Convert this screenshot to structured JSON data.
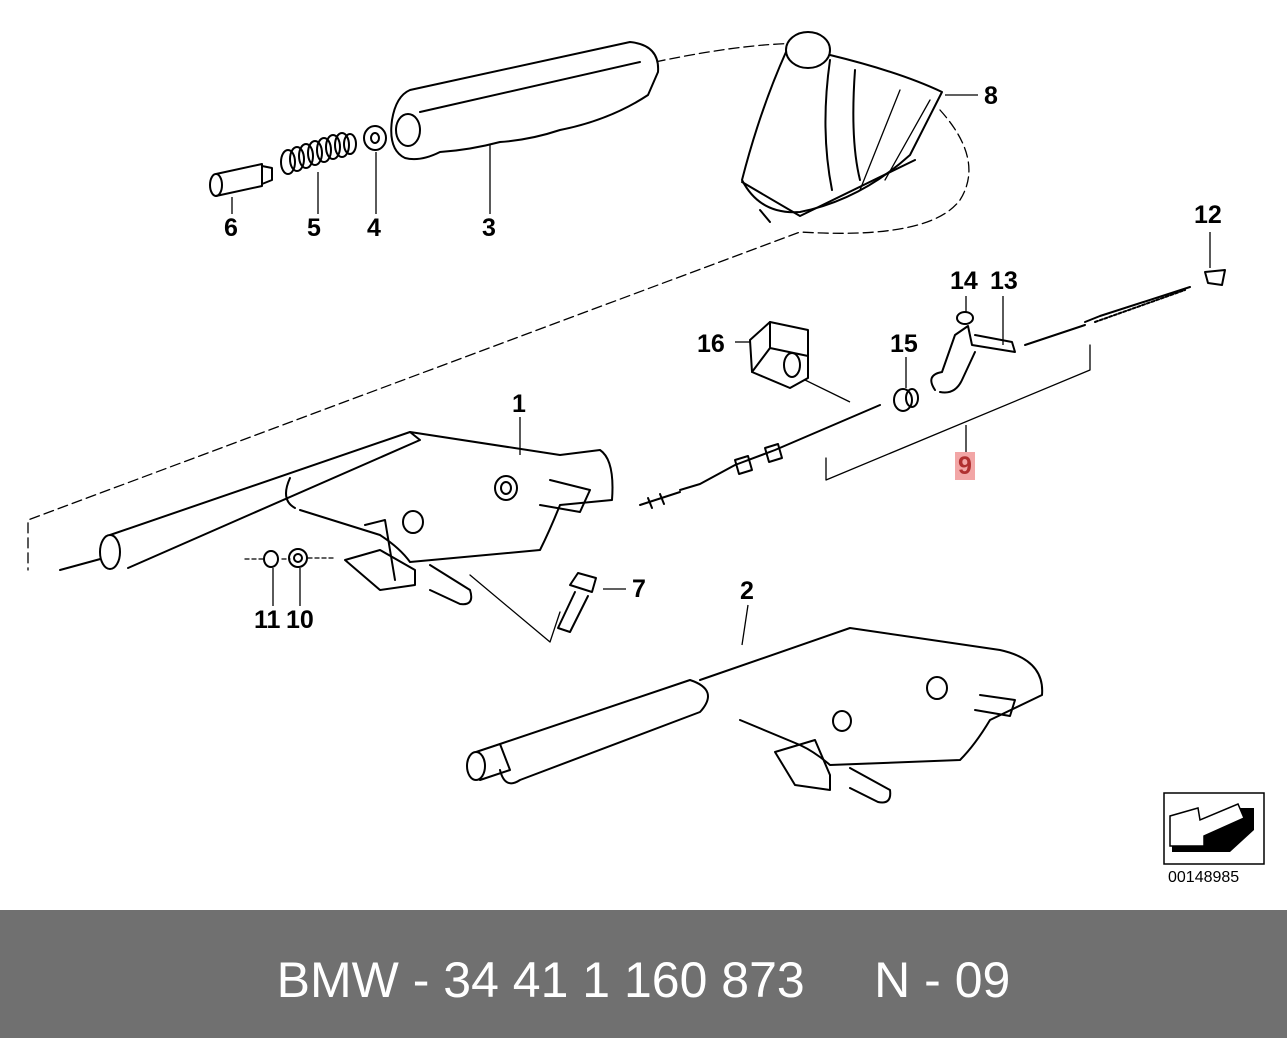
{
  "diagram": {
    "labels": {
      "p1": "1",
      "p2": "2",
      "p3": "3",
      "p4": "4",
      "p5": "5",
      "p6": "6",
      "p7": "7",
      "p8": "8",
      "p9": "9",
      "p10": "10",
      "p11": "11",
      "p12": "12",
      "p13": "13",
      "p14": "14",
      "p15": "15",
      "p16": "16"
    },
    "highlighted_label": "9",
    "highlight_color": "#f2a6a6",
    "doc_code": "00148985",
    "orientation_icon": "arrow-direction-icon"
  },
  "footer": {
    "text": "BMW - 34 41 1 160 873     N - 09",
    "background": "#707070",
    "text_color": "#ffffff"
  }
}
